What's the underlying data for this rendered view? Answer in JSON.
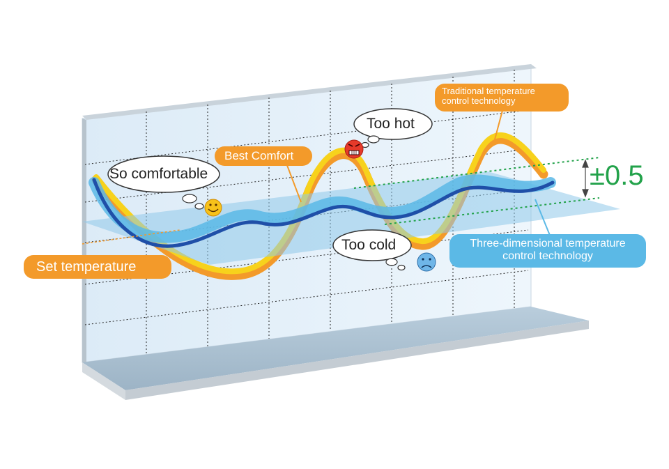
{
  "labels": {
    "set_temperature": "Set temperature",
    "best_comfort": "Best Comfort",
    "traditional_line1": "Traditional temperature",
    "traditional_line2": "control technology",
    "three_d_line1": "Three-dimensional temperature",
    "three_d_line2": "control technology",
    "tolerance": "±0.5"
  },
  "bubbles": {
    "comfortable": "So comfortable",
    "too_hot": "Too hot",
    "too_cold": "Too cold"
  },
  "icons": [
    "smiley-happy-icon",
    "angry-hot-face-icon",
    "sad-cold-face-icon"
  ],
  "colors": {
    "orange": "#f39a2a",
    "yellow": "#f7d21c",
    "dark_blue": "#1f4fa8",
    "light_blue": "#5bb9e6",
    "green": "#22a24a",
    "wall": "#e6f2fb",
    "floor": "#a9bfcf"
  }
}
